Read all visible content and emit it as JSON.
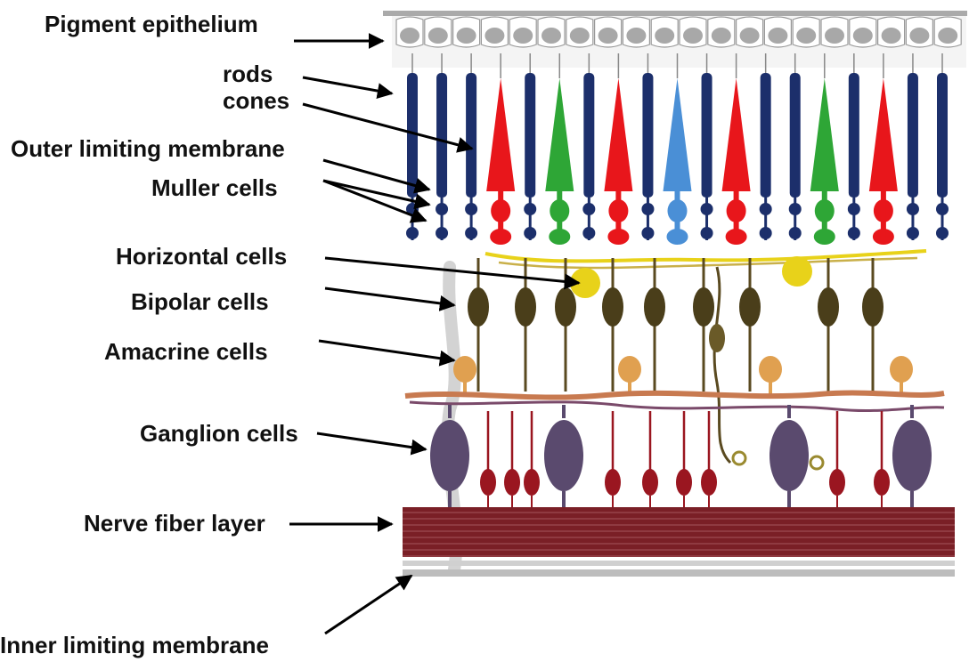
{
  "labels": {
    "pigment_epithelium": "Pigment epithelium",
    "rods": "rods",
    "cones": "cones",
    "outer_limiting_membrane": "Outer limiting membrane",
    "muller_cells": "Muller cells",
    "horizontal_cells": "Horizontal cells",
    "bipolar_cells": "Bipolar cells",
    "amacrine_cells": "Amacrine cells",
    "ganglion_cells": "Ganglion cells",
    "nerve_fiber_layer": "Nerve fiber layer",
    "inner_limiting_membrane": "Inner limiting membrane"
  },
  "photoreceptor_sequence": [
    "rod",
    "rod",
    "rod",
    "red-cone",
    "rod",
    "green-cone",
    "rod",
    "red-cone",
    "rod",
    "blue-cone",
    "rod",
    "red-cone",
    "rod",
    "rod",
    "green-cone",
    "rod",
    "red-cone",
    "rod",
    "rod"
  ],
  "colors": {
    "rod": "#1c2f6b",
    "red_cone": "#e8161b",
    "green_cone": "#2ea636",
    "blue_cone": "#4a8fd6",
    "horizontal_cell": "#e8d21a",
    "bipolar_cell": "#4a3e1a",
    "amacrine_cell": "#e0a050",
    "ganglion_cell": "#5a4a6e",
    "red_cell": "#9a1620",
    "nerve_fiber": "#7a1f26",
    "arrow": "#000000"
  }
}
